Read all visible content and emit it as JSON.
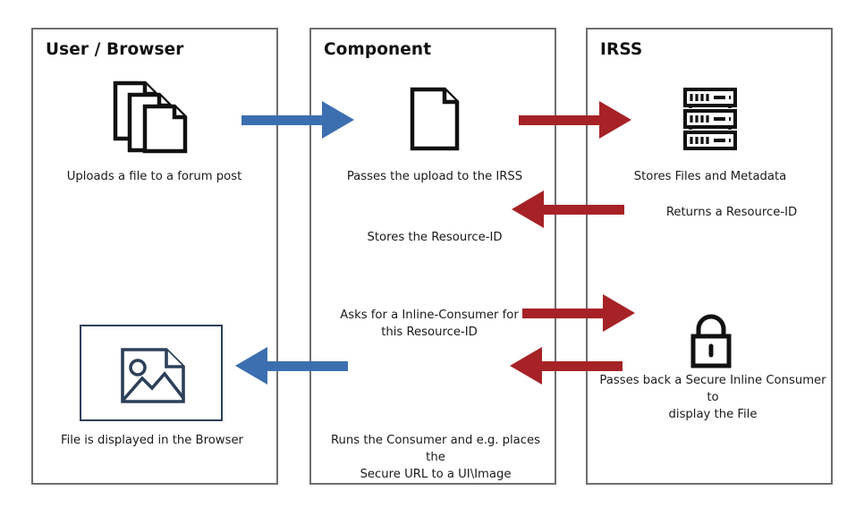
{
  "diagram": {
    "title": "IRSS file upload and display flow",
    "colors": {
      "lane_border": "#6e6e6e",
      "blue_arrow": "#3b6fb0",
      "red_arrow": "#a62226",
      "icon_stroke": "#111111",
      "image_frame": "#2d4059",
      "text": "#1a1a1a",
      "background": "#ffffff"
    }
  },
  "lanes": [
    {
      "id": "user",
      "title": "User / Browser"
    },
    {
      "id": "component",
      "title": "Component"
    },
    {
      "id": "irss",
      "title": "IRSS"
    }
  ],
  "icons": [
    {
      "id": "file-stack",
      "name": "file-stack-icon",
      "lane": "user"
    },
    {
      "id": "document",
      "name": "document-icon",
      "lane": "component"
    },
    {
      "id": "server-rack",
      "name": "server-rack-icon",
      "lane": "irss"
    },
    {
      "id": "lock",
      "name": "lock-icon",
      "lane": "irss"
    },
    {
      "id": "image",
      "name": "image-placeholder-icon",
      "lane": "user"
    }
  ],
  "captions": [
    {
      "id": "c1",
      "lane": "user",
      "text": "Uploads a file to a forum post"
    },
    {
      "id": "c2",
      "lane": "component",
      "text": "Passes the upload to the IRSS"
    },
    {
      "id": "c3",
      "lane": "irss",
      "text": "Stores Files and Metadata"
    },
    {
      "id": "c4",
      "lane": "irss",
      "text": "Returns a Resource-ID"
    },
    {
      "id": "c5",
      "lane": "component",
      "text": "Stores the Resource-ID"
    },
    {
      "id": "c6",
      "lane": "component",
      "text": "Asks for a Inline-Consumer for\nthis Resource-ID"
    },
    {
      "id": "c7",
      "lane": "irss",
      "text": "Passes back a Secure Inline Consumer to\ndisplay the File"
    },
    {
      "id": "c8",
      "lane": "user",
      "text": "File is displayed in the Browser"
    },
    {
      "id": "c9",
      "lane": "component",
      "text": "Runs the Consumer and e.g. places the\nSecure URL to a UI\\Image"
    }
  ],
  "arrows": [
    {
      "id": "a1",
      "name": "arrow-upload-user-to-component",
      "direction": "right",
      "color": "#3b6fb0"
    },
    {
      "id": "a2",
      "name": "arrow-upload-component-to-irss",
      "direction": "right",
      "color": "#a62226"
    },
    {
      "id": "a3",
      "name": "arrow-resource-id-irss-to-component",
      "direction": "left",
      "color": "#a62226"
    },
    {
      "id": "a4",
      "name": "arrow-request-consumer-component-to-irss",
      "direction": "right",
      "color": "#a62226"
    },
    {
      "id": "a5",
      "name": "arrow-consumer-irss-to-component",
      "direction": "left",
      "color": "#a62226"
    },
    {
      "id": "a6",
      "name": "arrow-display-component-to-user",
      "direction": "left",
      "color": "#3b6fb0"
    }
  ]
}
